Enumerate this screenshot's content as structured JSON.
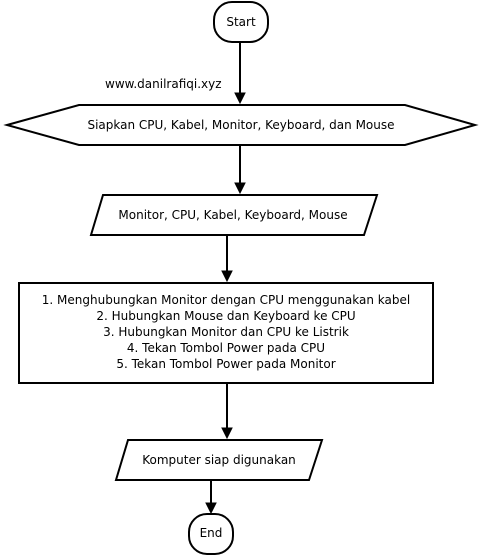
{
  "watermark": "www.danilrafiqi.xyz",
  "nodes": {
    "start": {
      "label": "Start",
      "shape": "terminator"
    },
    "prepare": {
      "label": "Siapkan CPU, Kabel, Monitor, Keyboard, dan Mouse",
      "shape": "preparation"
    },
    "input": {
      "label": "Monitor, CPU, Kabel, Keyboard, Mouse",
      "shape": "data"
    },
    "process": {
      "shape": "process",
      "steps": [
        "1. Menghubungkan Monitor dengan CPU menggunakan kabel",
        "2. Hubungkan Mouse dan Keyboard ke CPU",
        "3. Hubungkan Monitor dan CPU ke Listrik",
        "4. Tekan Tombol Power pada CPU",
        "5. Tekan Tombol Power pada Monitor"
      ]
    },
    "output": {
      "label": "Komputer siap digunakan",
      "shape": "data"
    },
    "end": {
      "label": "End",
      "shape": "terminator"
    }
  },
  "edges": [
    {
      "from": "start",
      "to": "prepare"
    },
    {
      "from": "prepare",
      "to": "input"
    },
    {
      "from": "input",
      "to": "process"
    },
    {
      "from": "process",
      "to": "output"
    },
    {
      "from": "output",
      "to": "end"
    }
  ],
  "colors": {
    "stroke": "#000000",
    "fill": "#ffffff",
    "text": "#000000"
  }
}
